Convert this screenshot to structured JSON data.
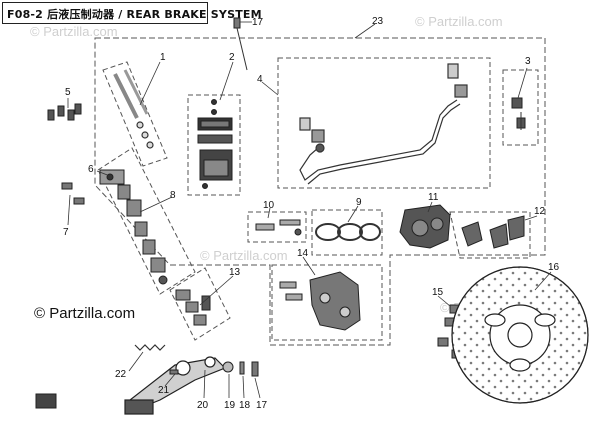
{
  "header": {
    "title": "F08-2 后液压制动器 / REAR BRAKE SYSTEM"
  },
  "watermarks": {
    "top_left": "© Partzilla.com",
    "top_right": "© Partzilla.com",
    "middle": "© Partzilla.com",
    "right": "© Partzilla.com"
  },
  "brand_label": "© Partzilla.com",
  "callouts": {
    "c1": "1",
    "c2": "2",
    "c3": "3",
    "c4": "4",
    "c5": "5",
    "c6": "6",
    "c7": "7",
    "c8": "8",
    "c9": "9",
    "c10": "10",
    "c11": "11",
    "c12": "12",
    "c13": "13",
    "c14": "14",
    "c15": "15",
    "c16": "16",
    "c17_top": "17",
    "c17_bottom": "17",
    "c18": "18",
    "c19": "19",
    "c20": "20",
    "c21": "21",
    "c22": "22",
    "c23": "23"
  },
  "colors": {
    "line": "#333333",
    "dash": "#555555",
    "part_fill": "#d9d9d9",
    "dark_fill": "#2b2b2b"
  }
}
